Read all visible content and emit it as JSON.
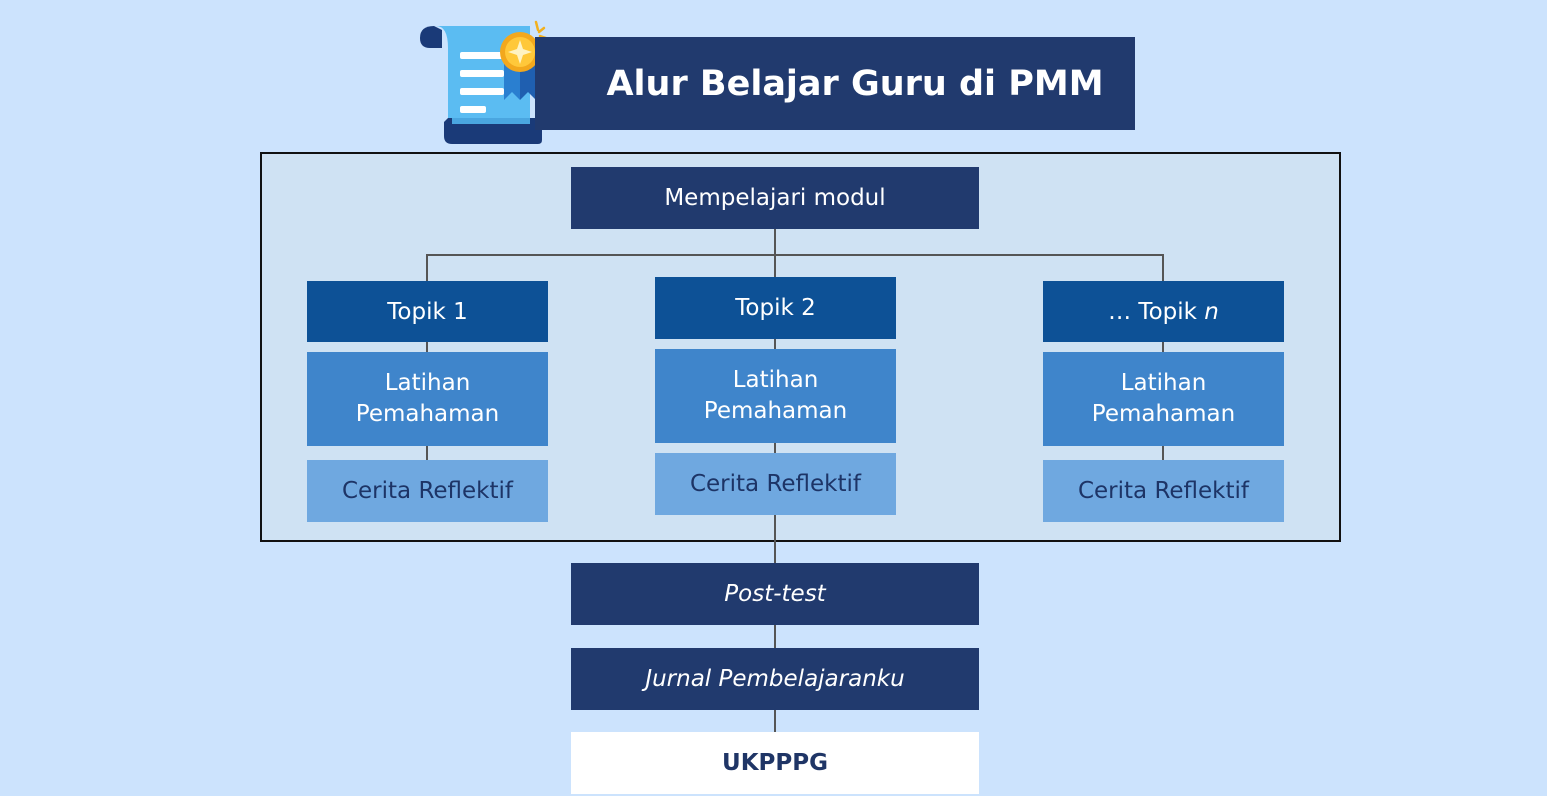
{
  "title": "Alur Belajar Guru di PMM",
  "root": "Mempelajari modul",
  "topics": [
    {
      "label": "Topik 1",
      "latihan": "Latihan Pemahaman",
      "cerita": "Cerita Reflektif"
    },
    {
      "label": "Topik 2",
      "latihan": "Latihan Pemahaman",
      "cerita": "Cerita Reflektif"
    },
    {
      "label_prefix": "… Topik ",
      "label_italic": "n",
      "latihan": "Latihan Pemahaman",
      "cerita": "Cerita Reflektif"
    }
  ],
  "post_test": "Post-test",
  "jurnal": "Jurnal Pembelajaranku",
  "final": "UKPPPG",
  "colors": {
    "background": "#cce3fd",
    "navy": "#213a6e",
    "topic": "#0d5196",
    "latihan": "#3f85cb",
    "cerita": "#6fa8e0",
    "panel": "#cfe2f3"
  }
}
